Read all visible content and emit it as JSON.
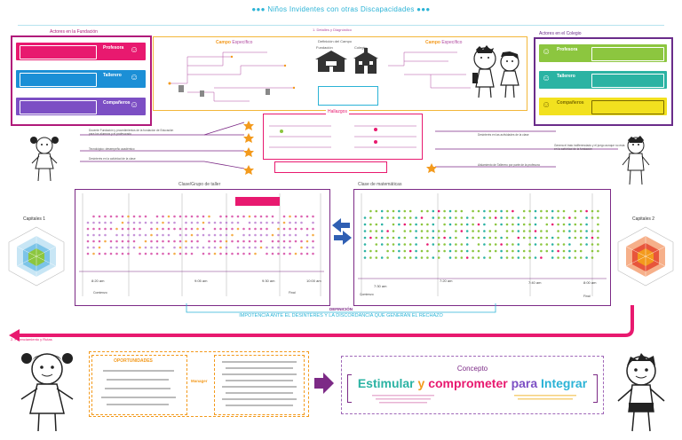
{
  "header": {
    "title": "Niños Invidentes con otras Discapacidades"
  },
  "section1": {
    "label": "1. Detalles y Diagnóstico",
    "left_panel_title": "Actores en la Fundación",
    "right_panel_title": "Actores en el Colegio"
  },
  "actors_foundation": [
    {
      "name": "Profesora",
      "color": "#e8196f"
    },
    {
      "name": "Tallerero",
      "color": "#1b8fd6"
    },
    {
      "name": "Compañeros",
      "color": "#7c4fc4"
    }
  ],
  "actors_school": [
    {
      "name": "Profesora",
      "color": "#8cc63f"
    },
    {
      "name": "Tallerero",
      "color": "#2bb3a3"
    },
    {
      "name": "Compañeros",
      "color": "#f2e11f"
    }
  ],
  "center": {
    "campo_left": "Campo",
    "campo_left_sub": "Específico",
    "campo_right": "Campo",
    "campo_right_sub": "Específico",
    "definicion": "Definición del Campo",
    "fundacion": "Fundación",
    "colegio": "Colegio"
  },
  "hallazgos": {
    "title": "Hallazgos"
  },
  "left_notes": [
    "Docente Fundación y procedimientos de la fundación de Educación para los alumnos y el profesorado",
    "Tecnológico: desempeño académico",
    "Desinterés en la actividad de la clase"
  ],
  "right_notes": [
    "Desinterés en las actividades de la clase",
    "Genera el trato indiferenciado y el juego aunque no esta en la actividad de la fundación",
    "Aislamiento de Tallerero por parte de la profesora"
  ],
  "observations": {
    "left_title": "Clase/Grupo de taller",
    "right_title": "Clase de matemáticas",
    "left_times": [
      "8:20 am",
      "9:05 am",
      "9:30 am",
      "10:00 am"
    ],
    "left_roles": [
      "Comienzo",
      "Final"
    ],
    "right_times": [
      "7:30 am",
      "7:20 am",
      "7:40 am",
      "8:00 am"
    ],
    "right_roles": [
      "Comienzo",
      "Final"
    ]
  },
  "capitales": {
    "left": "Capitales 1",
    "right": "Capitales 2"
  },
  "definicion": {
    "label": "DEFINICIÓN",
    "text": "IMPOTENCIA ANTE EL DESINTERES Y LA DISCORDANCIA QUE GENERAN EL RECHAZO"
  },
  "section2": {
    "label": "2. Potenciamiento y Rutas",
    "oportunidades": "OPORTUNIDADES",
    "manager": "Manager"
  },
  "concepto": {
    "title": "Concepto",
    "word1": "Estimular",
    "word2": "y",
    "word3": "comprometer",
    "word4": "para",
    "word5": "Integrar"
  },
  "colors": {
    "magenta": "#e8196f",
    "purple": "#7c2a86",
    "blue": "#1b8fd6",
    "orange": "#f39a1d",
    "teal": "#2bb3a3",
    "green": "#8cc63f",
    "cyan": "#2bb3d6"
  }
}
